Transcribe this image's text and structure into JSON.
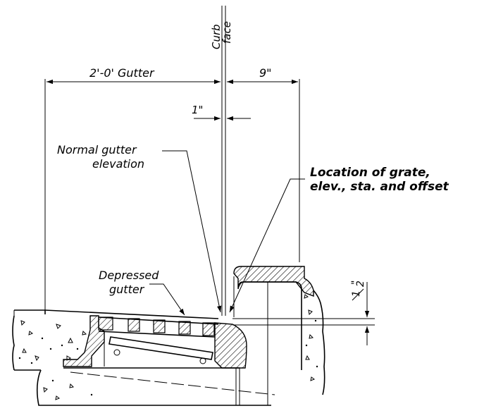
{
  "labels": {
    "curb": "Curb",
    "face": "face",
    "gutter_width": "2'-0' Gutter",
    "nine_inch": "9\"",
    "one_inch": "1\"",
    "normal_gutter_1": "Normal gutter",
    "normal_gutter_2": "elevation",
    "location_1": "Location of grate,",
    "location_2": "elev., sta. and offset",
    "depressed_1": "Depressed",
    "depressed_2": "gutter",
    "half_num": "1",
    "half_den": "2",
    "inch_mark": "\""
  }
}
